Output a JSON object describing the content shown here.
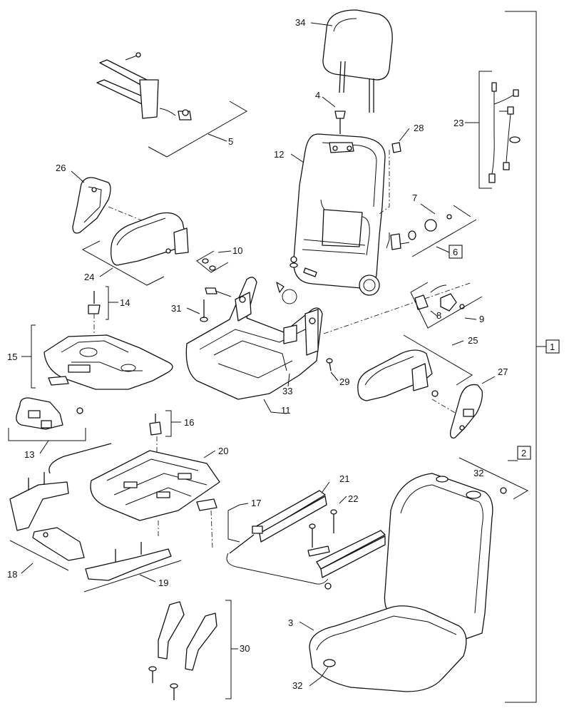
{
  "callouts": [
    {
      "id": "c34",
      "text": "34"
    },
    {
      "id": "c4",
      "text": "4"
    },
    {
      "id": "c28",
      "text": "28"
    },
    {
      "id": "c23",
      "text": "23"
    },
    {
      "id": "c5",
      "text": "5"
    },
    {
      "id": "c12",
      "text": "12"
    },
    {
      "id": "c26",
      "text": "26"
    },
    {
      "id": "c7",
      "text": "7"
    },
    {
      "id": "c6",
      "text": "6"
    },
    {
      "id": "c10",
      "text": "10"
    },
    {
      "id": "c24",
      "text": "24"
    },
    {
      "id": "c14",
      "text": "14"
    },
    {
      "id": "c31",
      "text": "31"
    },
    {
      "id": "c8",
      "text": "8"
    },
    {
      "id": "c9",
      "text": "9"
    },
    {
      "id": "c1",
      "text": "1"
    },
    {
      "id": "c15",
      "text": "15"
    },
    {
      "id": "c25",
      "text": "25"
    },
    {
      "id": "c27",
      "text": "27"
    },
    {
      "id": "c29",
      "text": "29"
    },
    {
      "id": "c33",
      "text": "33"
    },
    {
      "id": "c11",
      "text": "11"
    },
    {
      "id": "c13",
      "text": "13"
    },
    {
      "id": "c16",
      "text": "16"
    },
    {
      "id": "c20",
      "text": "20"
    },
    {
      "id": "c2",
      "text": "2"
    },
    {
      "id": "c32a",
      "text": "32"
    },
    {
      "id": "c21",
      "text": "21"
    },
    {
      "id": "c22",
      "text": "22"
    },
    {
      "id": "c17",
      "text": "17"
    },
    {
      "id": "c18",
      "text": "18"
    },
    {
      "id": "c19",
      "text": "19"
    },
    {
      "id": "c30",
      "text": "30"
    },
    {
      "id": "c3",
      "text": "3"
    },
    {
      "id": "c32b",
      "text": "32"
    }
  ]
}
